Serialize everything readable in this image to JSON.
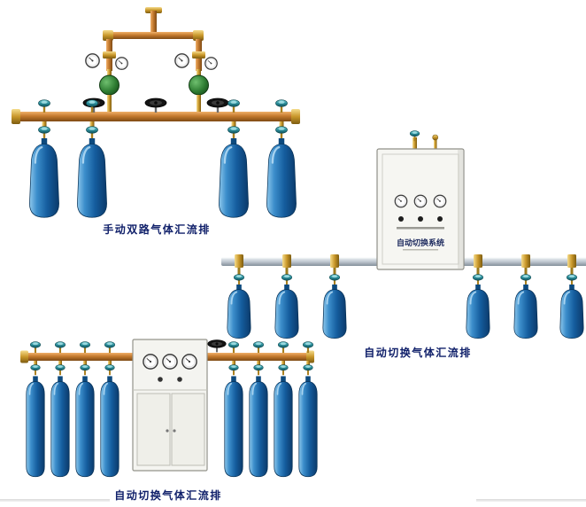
{
  "products": {
    "manual_dual": {
      "caption": "手动双路气体汇流排"
    },
    "auto_switch_a": {
      "caption": "自动切换气体汇流排",
      "cabinet_label": "自动切换系统"
    },
    "auto_switch_b": {
      "caption": "自动切换气体汇流排"
    }
  },
  "colors": {
    "cylinder_blue": "#1565ad",
    "copper_pipe": "#c47a2e",
    "brass_fitting": "#c9972a",
    "teal_valve": "#2a8f9c",
    "silver_pipe": "#c2cad2",
    "cabinet_body": "#f5f5f1",
    "caption_text": "#10206a"
  }
}
